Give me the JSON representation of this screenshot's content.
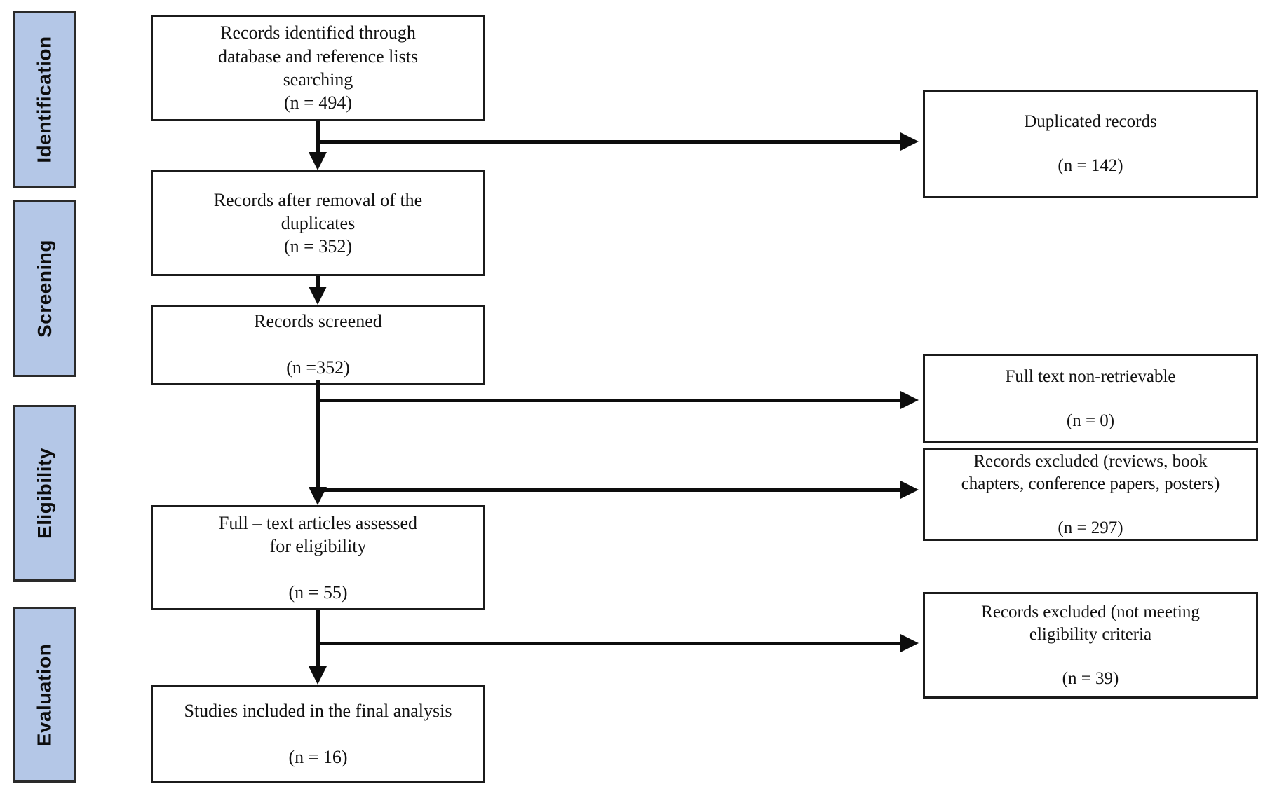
{
  "diagram": {
    "type": "prisma-flow",
    "stages": [
      {
        "label": "Identification"
      },
      {
        "label": "Screening"
      },
      {
        "label": "Eligibility"
      },
      {
        "label": "Evaluation"
      }
    ],
    "main": [
      {
        "id": "records-identified",
        "lines": [
          "Records identified through",
          "database  and reference lists",
          "searching",
          "(n = 494)"
        ],
        "count": 494
      },
      {
        "id": "records-after-dedup",
        "lines": [
          "Records after removal of the",
          "duplicates",
          "(n = 352)"
        ],
        "count": 352
      },
      {
        "id": "records-screened",
        "lines": [
          "Records screened",
          "",
          "(n =352)"
        ],
        "count": 352
      },
      {
        "id": "fulltext-assessed",
        "lines": [
          "Full – text articles assessed",
          "for eligibility",
          "",
          "(n = 55)"
        ],
        "count": 55
      },
      {
        "id": "studies-included",
        "lines": [
          "Studies included in the final analysis",
          "",
          "(n = 16)"
        ],
        "count": 16
      }
    ],
    "side": [
      {
        "id": "duplicated-records",
        "lines": [
          "Duplicated records",
          "",
          "(n = 142)"
        ],
        "count": 142
      },
      {
        "id": "fulltext-non-retrievable",
        "lines": [
          "Full text non-retrievable",
          "",
          "(n = 0)"
        ],
        "count": 0
      },
      {
        "id": "records-excluded-types",
        "lines": [
          "Records excluded (reviews, book",
          "chapters, conference papers, posters)",
          "",
          "(n = 297)"
        ],
        "count": 297
      },
      {
        "id": "records-excluded-eligibility",
        "lines": [
          "Records excluded (not meeting",
          "eligibility criteria",
          "",
          "(n = 39)"
        ],
        "count": 39
      }
    ],
    "colors": {
      "stage_fill": "#b4c7e7",
      "stage_border": "#2a2a2a",
      "box_border": "#1b1b1b",
      "arrow": "#0d0d0d",
      "background": "#ffffff"
    }
  }
}
